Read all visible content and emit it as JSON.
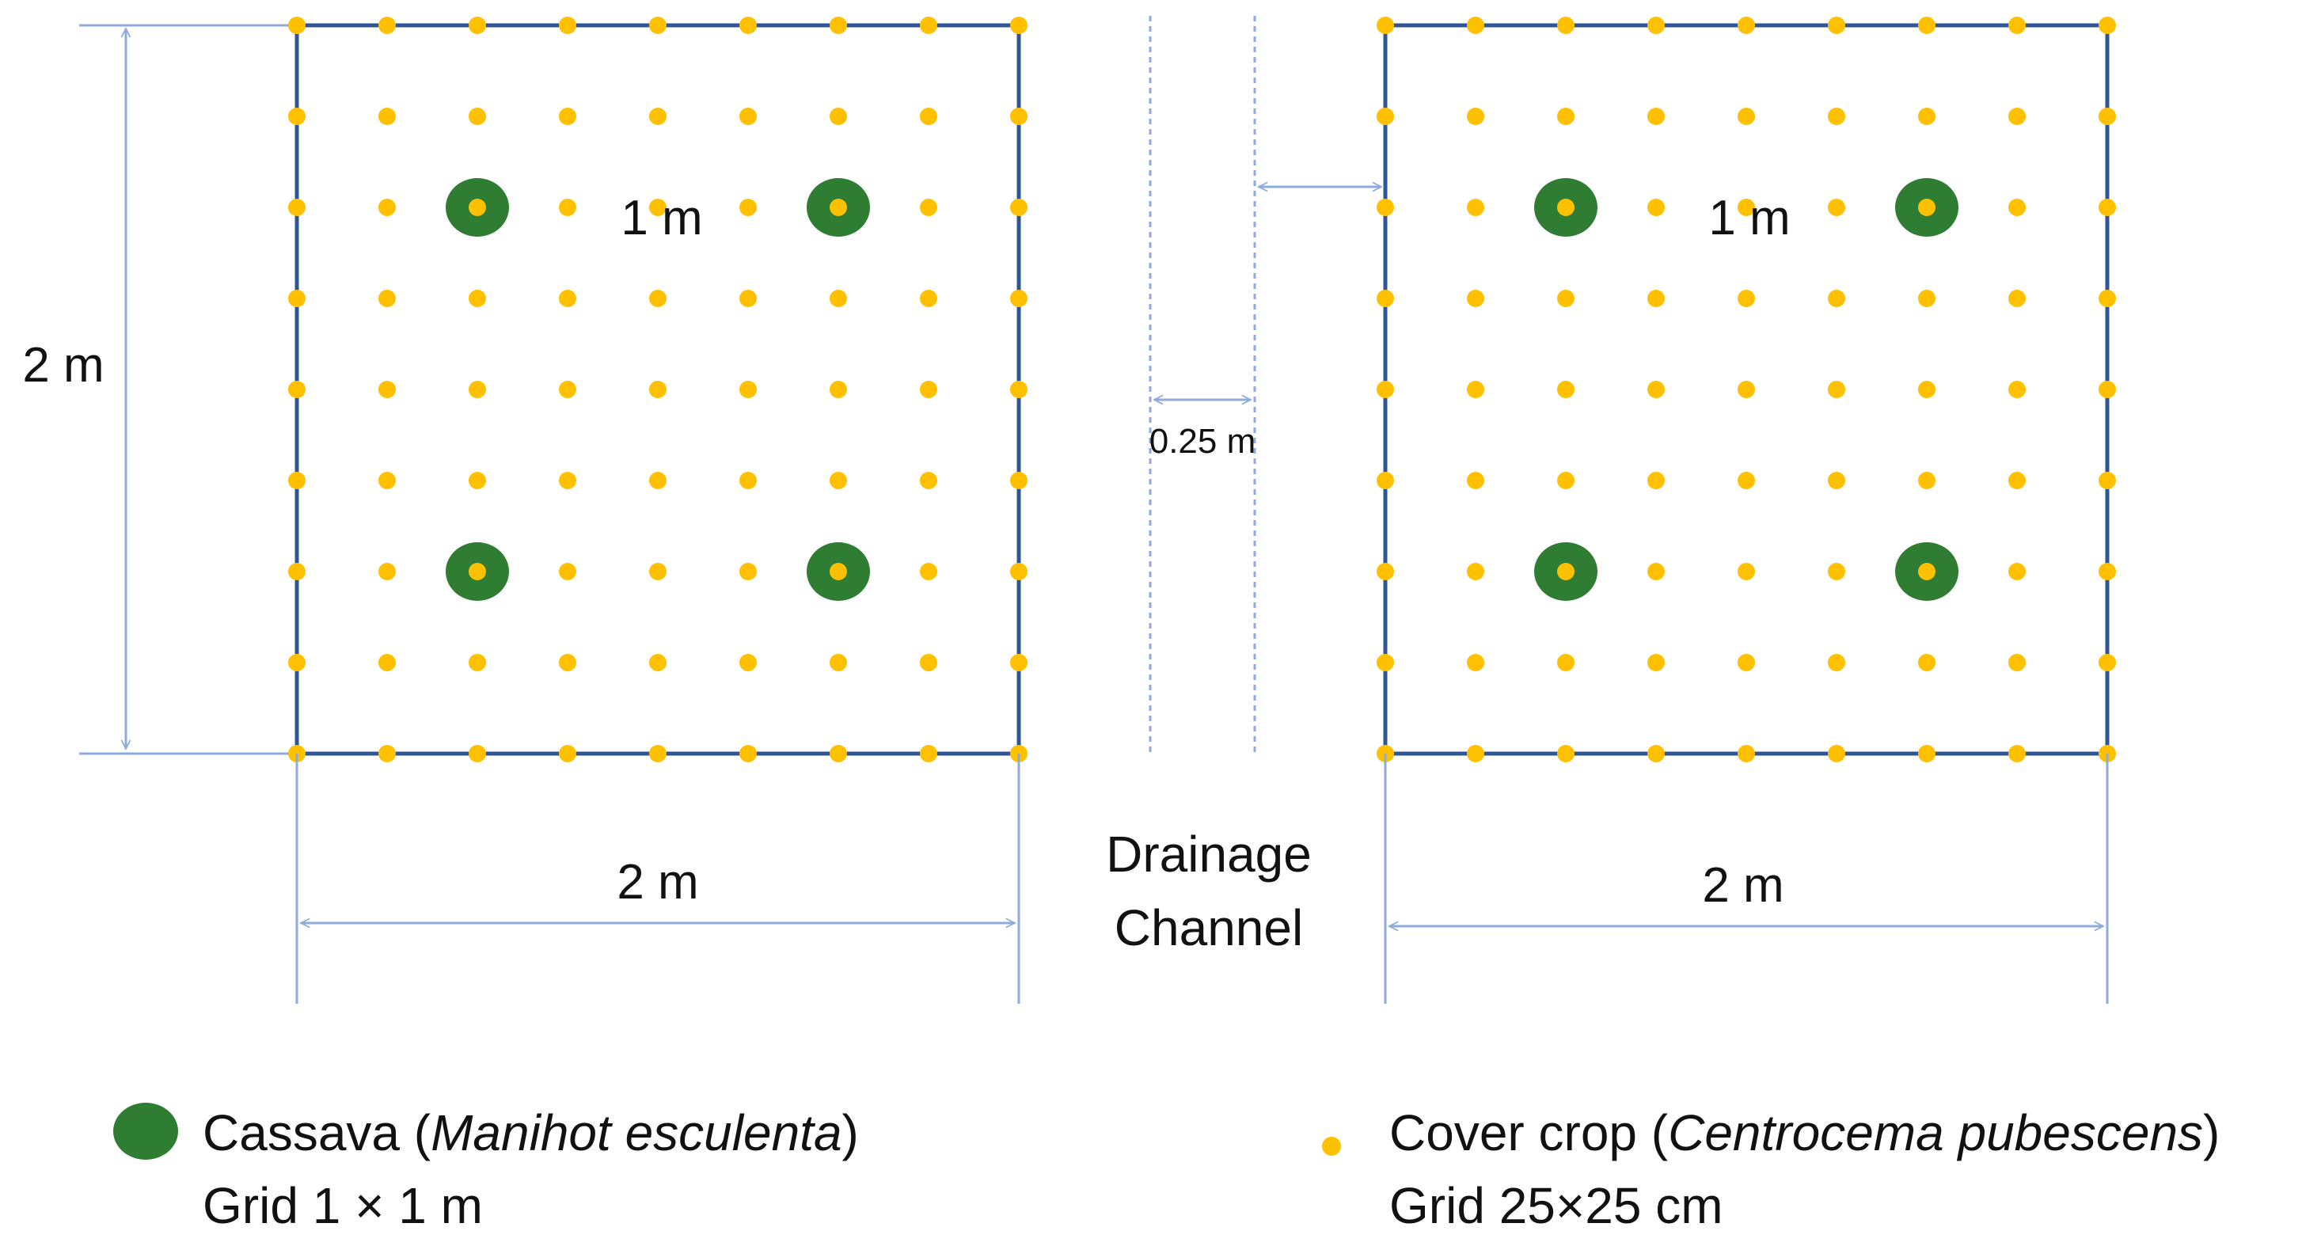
{
  "colors": {
    "plot_border": "#2f5597",
    "dimension_line": "#8faadc",
    "cover_crop": "#ffc000",
    "cassava": "#2e7d32"
  },
  "labels": {
    "left_height": "2 m",
    "left_spacing": "1 m",
    "right_spacing": "1 m",
    "left_width": "2 m",
    "right_width": "2 m",
    "channel_width": "0.25 m",
    "channel_line1": "Drainage",
    "channel_line2": "Channel"
  },
  "legend": {
    "cassava": {
      "name": "Cassava (",
      "species": "Manihot esculenta",
      "close": ")",
      "grid": "Grid 1 × 1 m"
    },
    "cover_crop": {
      "name": "Cover crop (",
      "species": "Centrocema pubescens",
      "close": ")",
      "grid": "Grid 25×25 cm"
    }
  },
  "plot": {
    "side_m": 2,
    "cover_crop_grid_m": 0.25,
    "cassava_grid_m": 1,
    "cassava_offset_m": 0.5
  }
}
